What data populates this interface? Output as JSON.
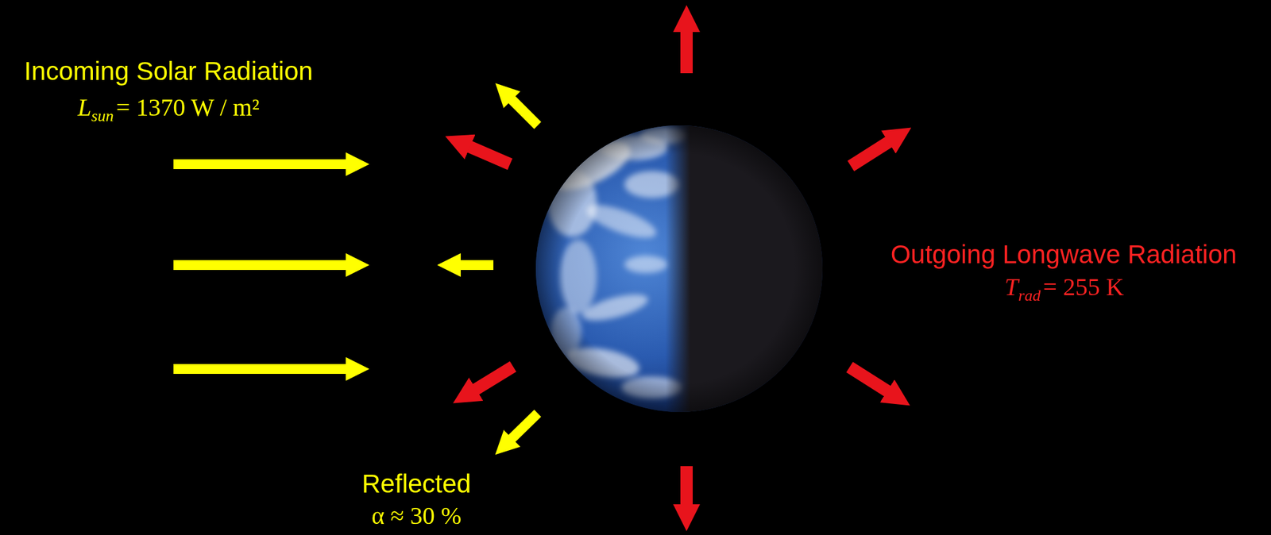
{
  "diagram": {
    "labels": [
      "Incoming Solar Radiation",
      "L",
      "sun",
      "= 1370 W / m²",
      "Outgoing Longwave Radiation",
      "T",
      "rad",
      "= 255 K",
      "Reflected",
      "α ≈ 30 %"
    ]
  }
}
